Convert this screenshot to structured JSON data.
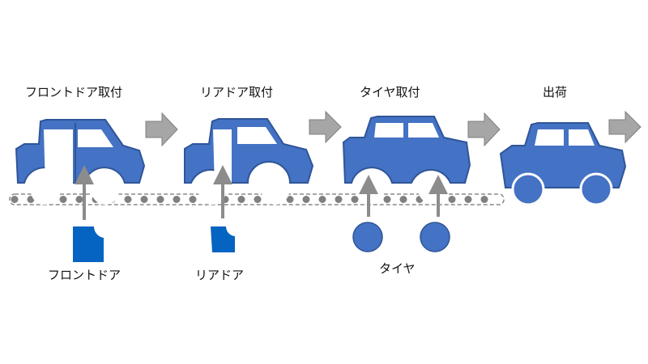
{
  "stations": [
    {
      "title": "フロントドア取付"
    },
    {
      "title": "リアドア取付"
    },
    {
      "title": "タイヤ取付"
    },
    {
      "title": "出荷"
    }
  ],
  "parts": [
    {
      "label": "フロントドア"
    },
    {
      "label": "リアドア"
    },
    {
      "label": "タイヤ"
    }
  ],
  "colors": {
    "car_blue": "#4472C4",
    "car_stroke": "#2F5597",
    "arrow_gray": "#A6A6A6",
    "window_white": "#FFFFFF",
    "belt_gray": "#7F7F7F",
    "part_blue": "#0563C1"
  }
}
